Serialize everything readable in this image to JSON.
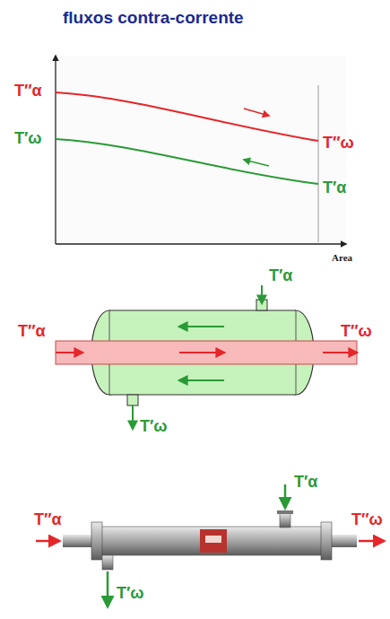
{
  "diagram": {
    "title": "fluxos contra-corrente",
    "labels": [
      "T″α",
      "T′ω",
      "T″ω",
      "T′α",
      "Area",
      "T′α",
      "T″α",
      "T″ω",
      "T′ω",
      "T′α",
      "T″α",
      "T″ω",
      "T′ω"
    ]
  }
}
